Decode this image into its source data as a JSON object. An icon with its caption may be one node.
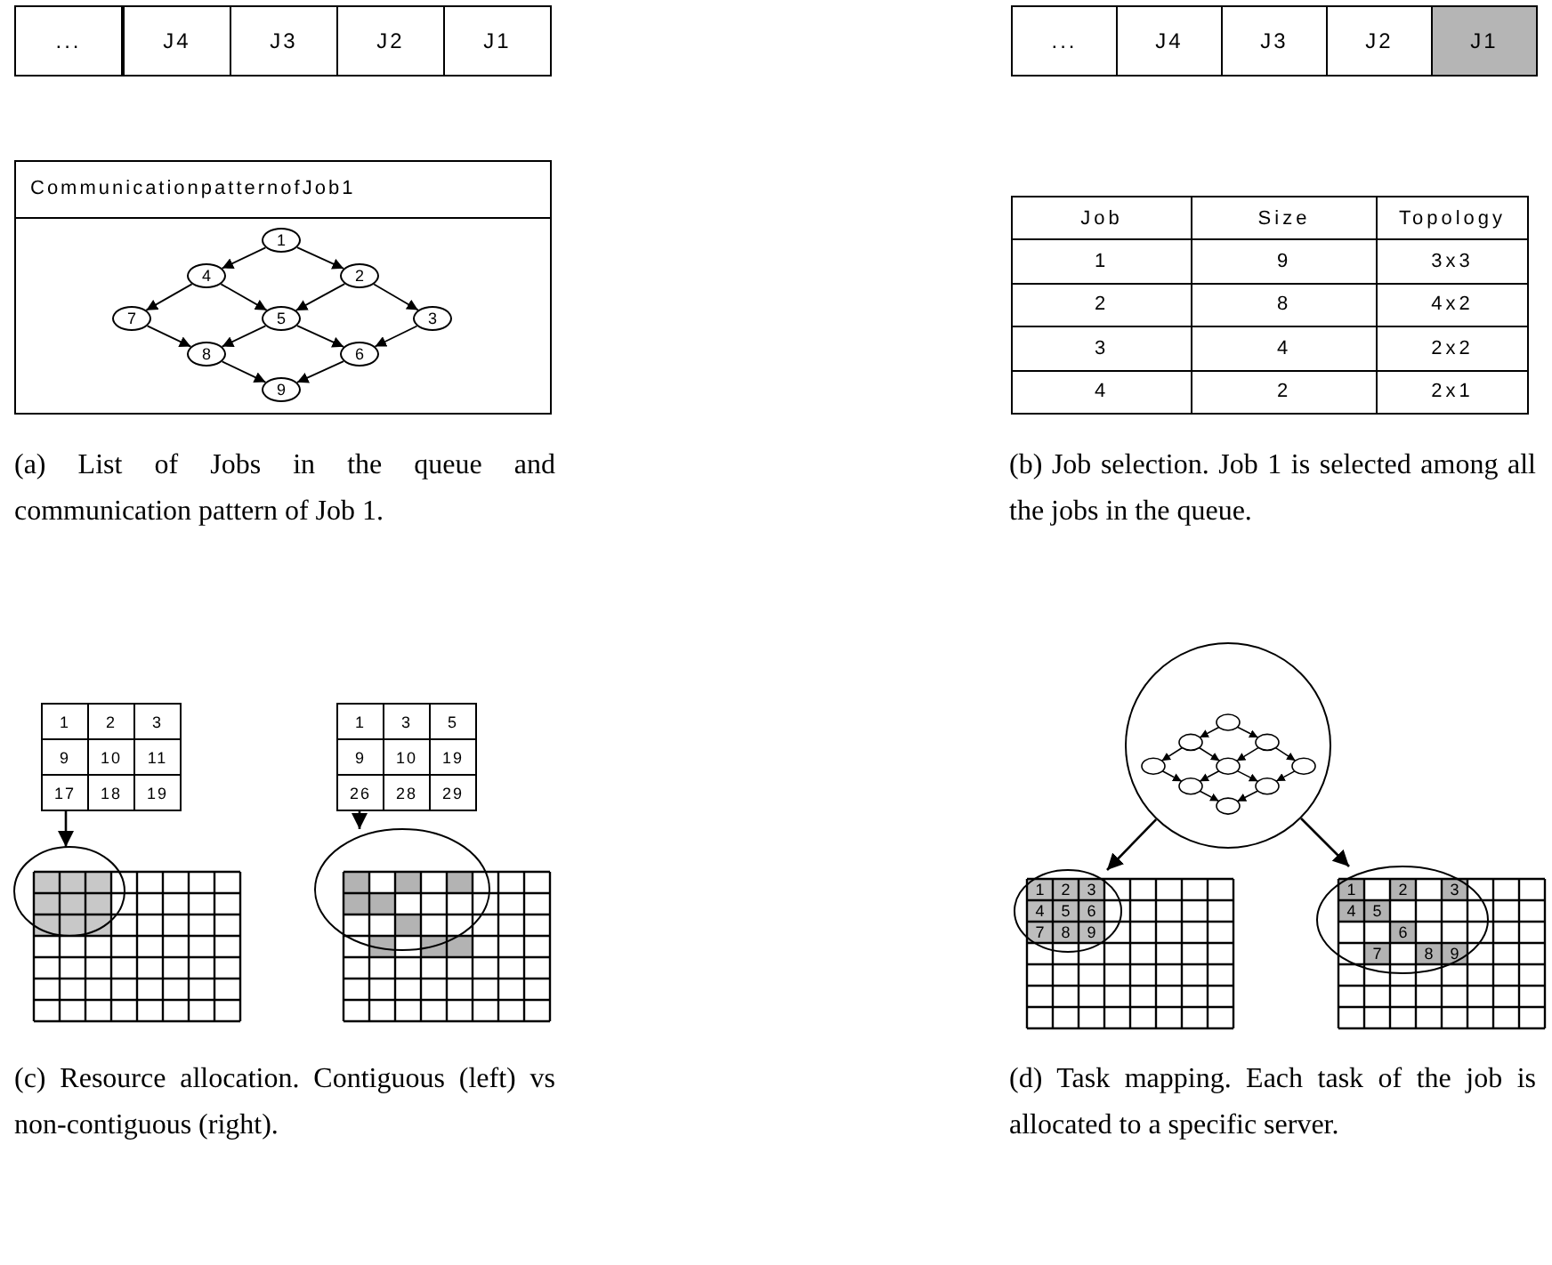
{
  "diagram": {
    "nodes": [
      {
        "text": [
          "..."
        ]
      },
      {
        "text": [
          "J4"
        ]
      },
      {
        "text": [
          "J3"
        ]
      },
      {
        "text": [
          "J2"
        ]
      },
      {
        "text": [
          "J1"
        ]
      },
      {
        "text": [
          "..."
        ]
      },
      {
        "text": [
          "J4"
        ]
      },
      {
        "text": [
          "J3"
        ]
      },
      {
        "text": [
          "J2"
        ]
      },
      {
        "text": [
          "J1"
        ]
      },
      {
        "text": [
          "CommunicationpatternofJob1"
        ]
      },
      {
        "text": [
          "1"
        ],
        "in": 10
      },
      {
        "text": [
          "4"
        ],
        "in": 10
      },
      {
        "text": [
          "2"
        ],
        "in": 10
      },
      {
        "text": [
          "7"
        ],
        "in": 10
      },
      {
        "text": [
          "5"
        ],
        "in": 10
      },
      {
        "text": [
          "3"
        ],
        "in": 10
      },
      {
        "text": [
          "8"
        ],
        "in": 10
      },
      {
        "text": [
          "6"
        ],
        "in": 10
      },
      {
        "text": [
          "9"
        ],
        "in": 10
      },
      {
        "text": [],
        "shape": "circle"
      },
      {
        "text": [
          "1",
          "2",
          "3",
          "9",
          "10",
          "11",
          "17",
          "18",
          "19"
        ]
      },
      {
        "text": [
          "1",
          "3",
          "5",
          "9",
          "10",
          "19",
          "26",
          "28",
          "29"
        ]
      },
      {
        "text": [],
        "shape": "grid"
      },
      {
        "text": [],
        "shape": "grid"
      },
      {
        "text": [
          "1",
          "2",
          "3",
          "4",
          "5",
          "6",
          "7",
          "8",
          "9"
        ]
      },
      {
        "text": [
          "1",
          "2",
          "3",
          "4",
          "5",
          "6",
          "7",
          "8",
          "9"
        ]
      }
    ],
    "edges": [
      {
        "from": 11,
        "to": 12,
        "arrow": "to"
      },
      {
        "from": 11,
        "to": 13,
        "arrow": "to"
      },
      {
        "from": 12,
        "to": 14,
        "arrow": "to"
      },
      {
        "from": 12,
        "to": 15,
        "arrow": "to"
      },
      {
        "from": 13,
        "to": 15,
        "arrow": "to"
      },
      {
        "from": 13,
        "to": 16,
        "arrow": "to"
      },
      {
        "from": 14,
        "to": 17,
        "arrow": "to"
      },
      {
        "from": 15,
        "to": 17,
        "arrow": "to"
      },
      {
        "from": 15,
        "to": 18,
        "arrow": "to"
      },
      {
        "from": 16,
        "to": 18,
        "arrow": "to"
      },
      {
        "from": 17,
        "to": 19,
        "arrow": "to"
      },
      {
        "from": 18,
        "to": 19,
        "arrow": "to"
      },
      {
        "from": 21,
        "to": 23,
        "arrow": "to"
      },
      {
        "from": 22,
        "to": 24,
        "arrow": "to"
      },
      {
        "from": 20,
        "to": 25,
        "arrow": "to"
      },
      {
        "from": 20,
        "to": 26,
        "arrow": "to"
      }
    ],
    "labels": [
      "Job",
      "Size",
      "Topology",
      "1",
      "9",
      "3x3",
      "2",
      "8",
      "4x2",
      "3",
      "4",
      "2x2",
      "4",
      "2",
      "2x1",
      "(a) List of Jobs in the queue and communication pattern of Job 1.",
      "(b) Job selection. Job 1 is selected among all the jobs in the queue.",
      "(c) Resource allocation. Contiguous (left) vs non-contiguous (right).",
      "(d) Task mapping. Each task of the job is allocated to a specific server."
    ]
  }
}
